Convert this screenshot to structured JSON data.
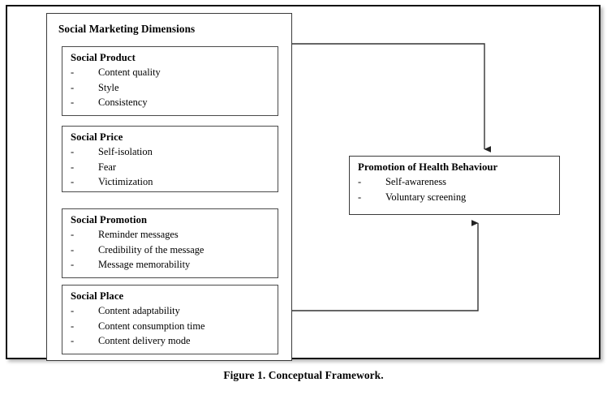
{
  "figure": {
    "caption": "Figure 1. Conceptual Framework.",
    "border_color": "#111111",
    "background": "#ffffff"
  },
  "diagram": {
    "type": "conceptual-framework",
    "antecedent_group": {
      "title": "Social Marketing Dimensions",
      "constructs": [
        {
          "title": "Social Product",
          "items": [
            "Content quality",
            "Style",
            "Consistency"
          ]
        },
        {
          "title": "Social Price",
          "items": [
            "Self-isolation",
            "Fear",
            "Victimization"
          ]
        },
        {
          "title": "Social Promotion",
          "items": [
            "Reminder messages",
            "Credibility of the message",
            "Message memorability"
          ]
        },
        {
          "title": "Social Place",
          "items": [
            "Content adaptability",
            "Content consumption time",
            "Content delivery mode"
          ]
        }
      ]
    },
    "outcome": {
      "title": "Promotion of Health Behaviour",
      "items": [
        "Self-awareness",
        "Voluntary screening"
      ]
    },
    "bullet_marker": "-",
    "connectors": [
      {
        "name": "top-connector",
        "from": "Social Marketing Dimensions",
        "to": "Promotion of Health Behaviour",
        "direction": "down",
        "arrowhead": "target-top"
      },
      {
        "name": "bottom-connector",
        "from": "Social Marketing Dimensions",
        "to": "Promotion of Health Behaviour",
        "direction": "up",
        "arrowhead": "target-bottom"
      }
    ],
    "line_color": "#333333"
  }
}
